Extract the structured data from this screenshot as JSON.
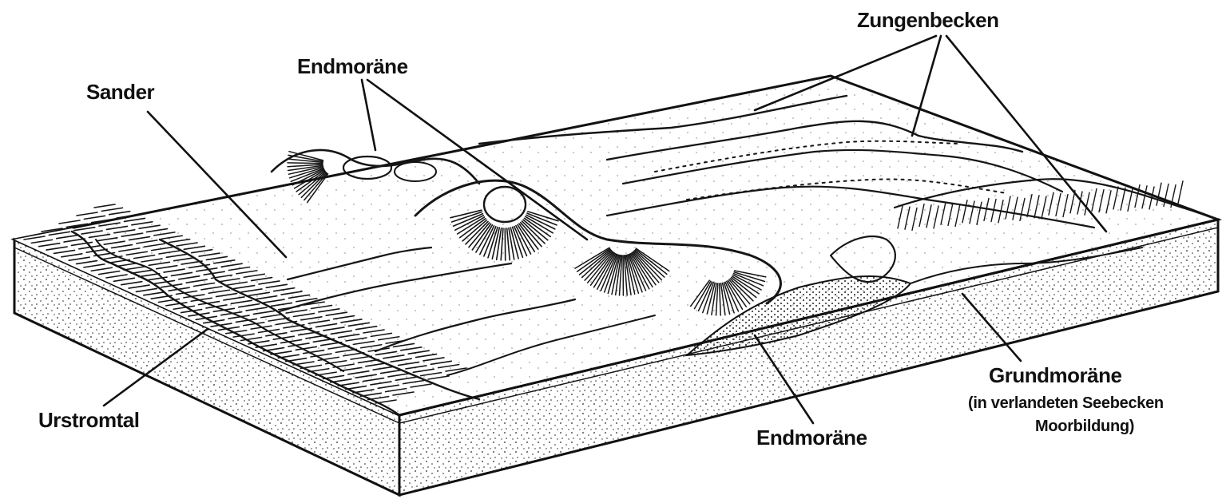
{
  "diagram": {
    "labels": {
      "sander": "Sander",
      "endmoraene_top": "Endmoräne",
      "zungenbecken": "Zungenbecken",
      "urstromtal": "Urstromtal",
      "endmoraene_bottom": "Endmoräne",
      "grundmoraene": "Grundmoräne",
      "grundmoraene_note_line1": "(in verlandeten Seebecken",
      "grundmoraene_note_line2": "Moorbildung)"
    }
  }
}
